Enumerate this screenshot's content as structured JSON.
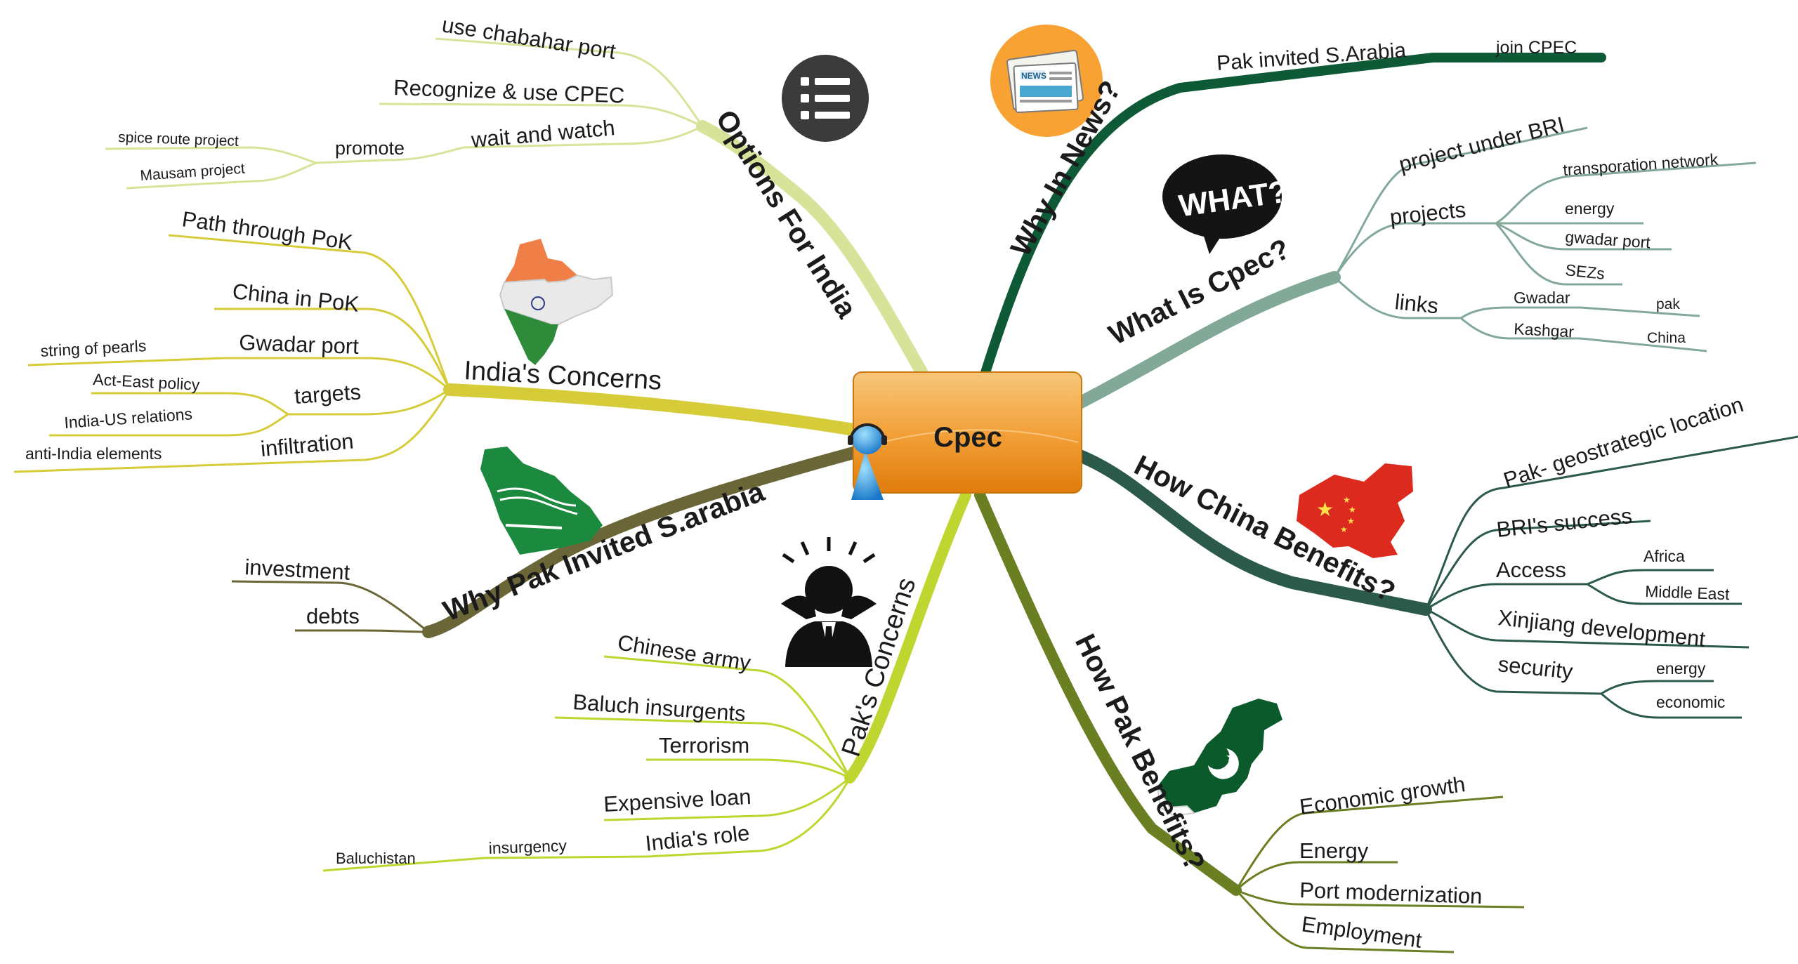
{
  "center": {
    "label": "Cpec"
  },
  "branches": {
    "news": {
      "title": "Why In News?",
      "color": "#0f5a36",
      "items": {
        "pak_invited": "Pak invited S.Arabia",
        "join": "join CPEC"
      }
    },
    "what": {
      "title": "What Is Cpec?",
      "color": "#82a898",
      "items": {
        "bri": "project under BRI",
        "projects": "projects",
        "transport": "transporation network",
        "energy": "energy",
        "gwadar_port": "gwadar port",
        "sezs": "SEZs",
        "links": "links",
        "gwadar": "Gwadar",
        "pak": "pak",
        "kashgar": "Kashgar",
        "china": "China"
      }
    },
    "china": {
      "title": "How China Benefits?",
      "color": "#2c5a4a",
      "items": {
        "location": "Pak- geostrategic location",
        "bri_success": "BRI's success",
        "access": "Access",
        "africa": "Africa",
        "middle_east": "Middle East",
        "xinjiang": "Xinjiang development",
        "security": "security",
        "energy": "energy",
        "economic": "economic"
      }
    },
    "pak": {
      "title": "How Pak Benefits?",
      "color": "#6a7f22",
      "items": {
        "growth": "Economic growth",
        "energy": "Energy",
        "port": "Port modernization",
        "employment": "Employment"
      }
    },
    "pak_concerns": {
      "title": "Pak's Concerns",
      "color": "#bfd630",
      "items": {
        "army": "Chinese army",
        "baluch": "Baluch insurgents",
        "terrorism": "Terrorism",
        "loan": "Expensive loan",
        "india_role": "India's role",
        "insurgency": "insurgency",
        "baluchistan": "Baluchistan"
      }
    },
    "saudi": {
      "title": "Why Pak Invited S.arabia",
      "color": "#6b6637",
      "items": {
        "investment": "investment",
        "debts": "debts"
      }
    },
    "india_concerns": {
      "title": "India's Concerns",
      "color": "#d6cc3a",
      "items": {
        "pok_path": "Path through PoK",
        "china_pok": "China in PoK",
        "gwadar": "Gwadar port",
        "pearls": "string of pearls",
        "targets": "targets",
        "act_east": "Act-East policy",
        "india_us": "India-US relations",
        "infiltration": "infiltration",
        "anti_india": "anti-India elements"
      }
    },
    "options": {
      "title": "Options For India",
      "color": "#d8e39a",
      "items": {
        "chabahar": "use chabahar port",
        "recognize": "Recognize & use CPEC",
        "wait": "wait and watch",
        "promote": "promote",
        "spice": "spice route project",
        "mausam": "Mausam project"
      }
    }
  },
  "icons": {
    "news": "news-icon",
    "what": "what-speech-bubble-icon",
    "options": "list-icon",
    "india_map": "india-map-icon",
    "saudi_map": "saudi-map-icon",
    "china_map": "china-map-icon",
    "pakistan_map": "pakistan-map-icon",
    "stress": "stressed-person-icon",
    "user": "user-icon"
  }
}
